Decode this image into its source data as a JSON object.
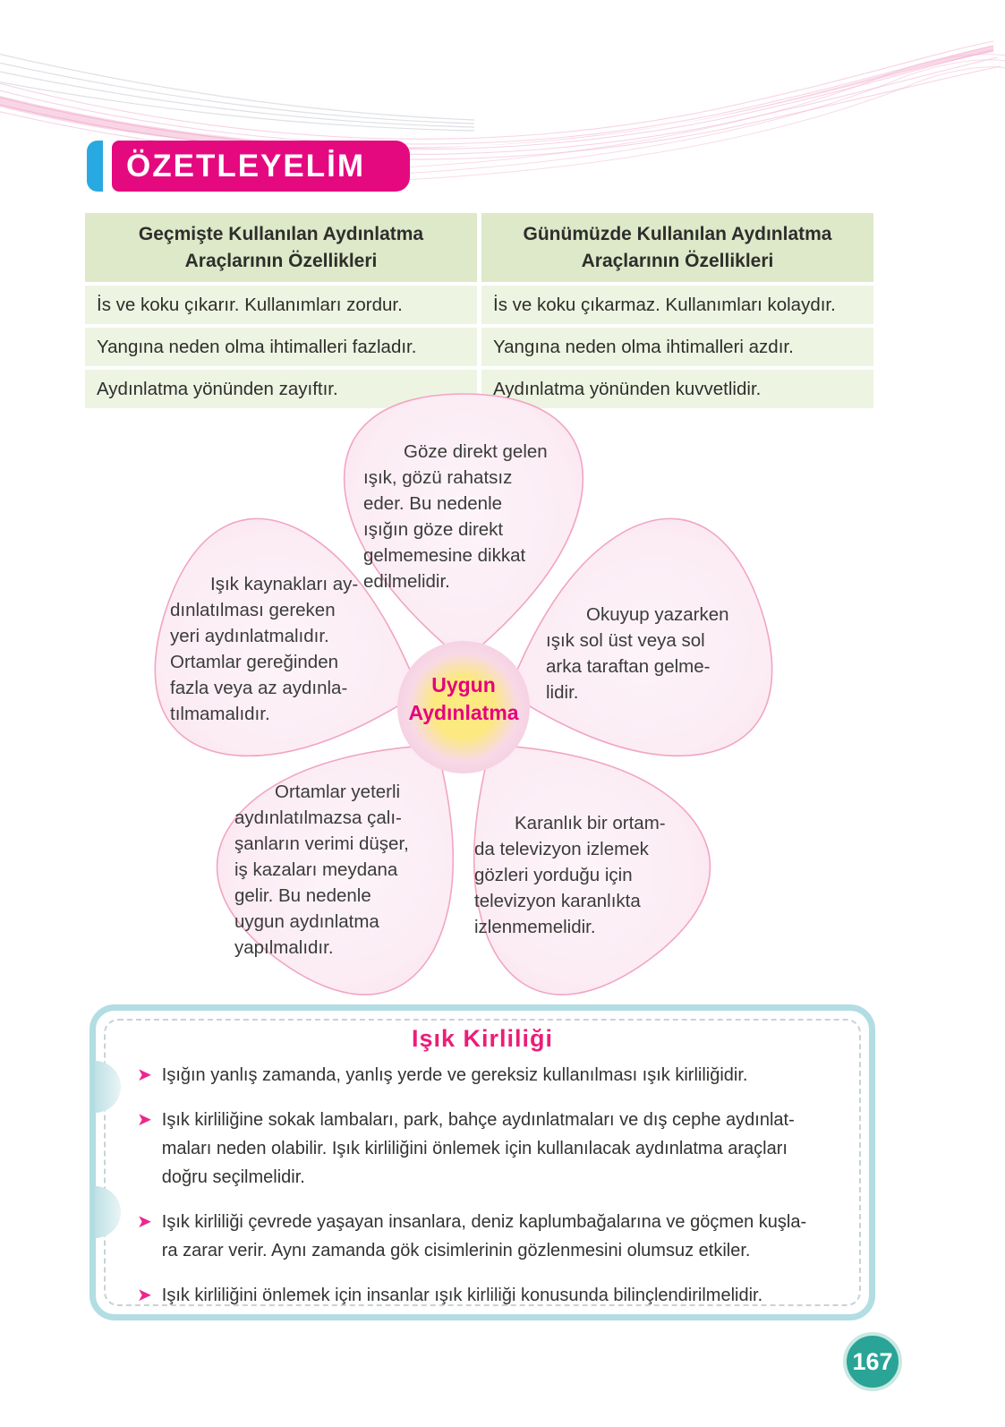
{
  "header": {
    "title": "ÖZETLEYELİM"
  },
  "table": {
    "headers": [
      "Geçmişte Kullanılan Aydınlatma Araçlarının Özellikleri",
      "Günümüzde Kullanılan Aydınlatma Araçlarının Özellikleri"
    ],
    "rows": [
      [
        "İs ve koku çıkarır. Kullanımları zordur.",
        "İs ve koku çıkarmaz. Kullanımları kolaydır."
      ],
      [
        "Yangına neden olma ihtimalleri fazladır.",
        "Yangına neden olma ihtimalleri azdır."
      ],
      [
        "Aydınlatma yönünden zayıftır.",
        "Aydınlatma yönünden kuvvetlidir."
      ]
    ]
  },
  "flower": {
    "center_label": "Uygun\nAydınlatma",
    "petals": [
      {
        "id": "top",
        "text": "Göze direkt gelen\nışık, gözü rahatsız\neder. Bu nedenle\nışığın göze direkt\ngelmemesine dikkat\nedilmelidir."
      },
      {
        "id": "left",
        "text": "Işık kaynakları ay-\ndınlatılması gereken\nyeri aydınlatmalıdır.\nOrtamlar gereğinden\nfazla veya az aydınla-\ntılmamalıdır."
      },
      {
        "id": "right",
        "text": "Okuyup yazarken\nışık sol üst veya sol\narka taraftan gelme-\nlidir."
      },
      {
        "id": "bottom-left",
        "text": "Ortamlar yeterli\naydınlatılmazsa çalı-\nşanların verimi düşer,\niş kazaları meydana\ngelir. Bu nedenle\nuygun aydınlatma\nyapılmalıdır."
      },
      {
        "id": "bottom-right",
        "text": "Karanlık bir ortam-\nda televizyon izlemek\ngözleri yorduğu için\ntelevizyon karanlıkta\nizlenmemelidir."
      }
    ]
  },
  "pollution": {
    "title": "Işık Kirliliği",
    "bullet_marker": "➤",
    "bullets": [
      {
        "text": "Işığın yanlış zamanda, yanlış yerde ve gereksiz kullanılması ışık kirliliğidir."
      },
      {
        "text": "Işık kirliliğine sokak lambaları, park, bahçe aydınlatmaları ve dış cephe aydınlat-\nmaları neden olabilir. Işık kirliliğini önlemek için kullanılacak aydınlatma araçları\ndoğru seçilmelidir."
      },
      {
        "text": "Işık kirliliği çevrede yaşayan insanlara, deniz kaplumbağalarına ve göçmen kuşla-\nra zarar verir. Aynı zamanda gök cisimlerinin gözlenmesini olumsuz etkiler."
      },
      {
        "text": "Işık kirliliğini önlemek için insanlar ışık kirliliği konusunda bilinçlendirilmelidir."
      }
    ]
  },
  "page": {
    "number": "167"
  },
  "colors": {
    "accent_magenta": "#e5097f",
    "accent_blue": "#29a9e1",
    "table_header_green": "#dde9c8",
    "table_row_green": "#eef4e2",
    "petal_border_pink": "#f1a5c2",
    "pollution_border_teal": "#b2dde3",
    "bullet_pink": "#ec268f",
    "page_badge_teal": "#2aa496"
  }
}
